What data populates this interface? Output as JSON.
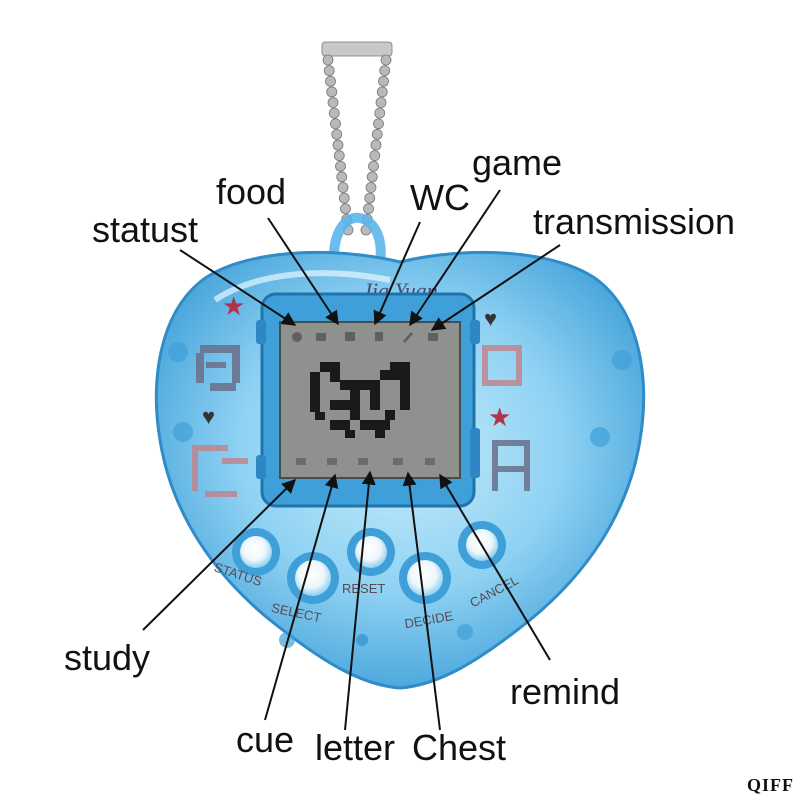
{
  "labels": {
    "statust": "statust",
    "food": "food",
    "wc": "WC",
    "game": "game",
    "transmission": "transmission",
    "study": "study",
    "cue": "cue",
    "letter": "letter",
    "chest": "Chest",
    "remind": "remind"
  },
  "device": {
    "brand": "Jia Yuan",
    "buttons": {
      "status": "STATUS",
      "select": "SELECT",
      "reset": "RESET",
      "decide": "DECIDE",
      "cancel": "CANCEL"
    },
    "shell_color": "#5ab6ea",
    "screen_color": "#8f918e"
  },
  "watermark": "QIFF"
}
